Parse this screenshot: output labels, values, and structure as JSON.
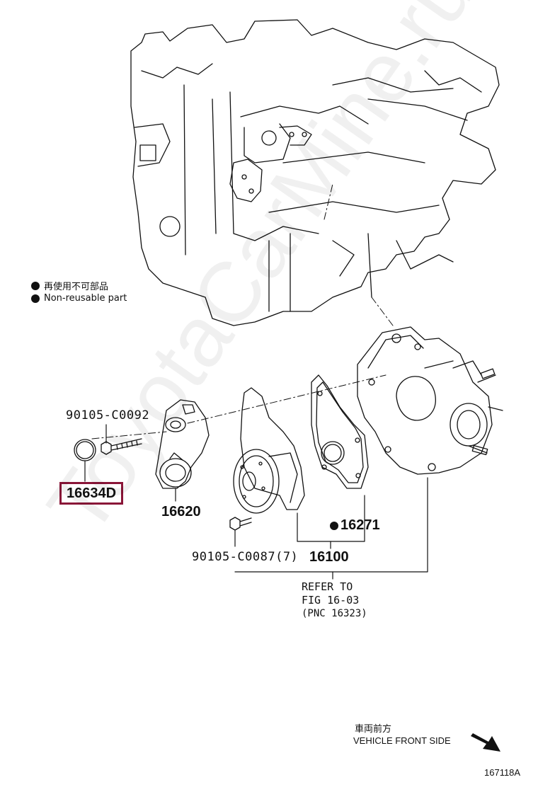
{
  "legend": {
    "jp": "再使用不可部品",
    "en": "Non-reusable part"
  },
  "parts": {
    "bolt_top": "90105-C0092",
    "seal": "16634D",
    "tensioner": "16620",
    "gasket": "16271",
    "bolt_bottom": "90105-C0087(7)",
    "pump": "16100"
  },
  "refer": {
    "line1": "REFER TO",
    "line2": "FIG 16-03",
    "line3": "(PNC 16323)"
  },
  "direction": {
    "jp": "車両前方",
    "en": "VEHICLE FRONT SIDE"
  },
  "figure_id": "167118A",
  "watermark": "ToyotaCarMine.ru",
  "colors": {
    "highlight": "#8a1538",
    "line": "#111111"
  }
}
